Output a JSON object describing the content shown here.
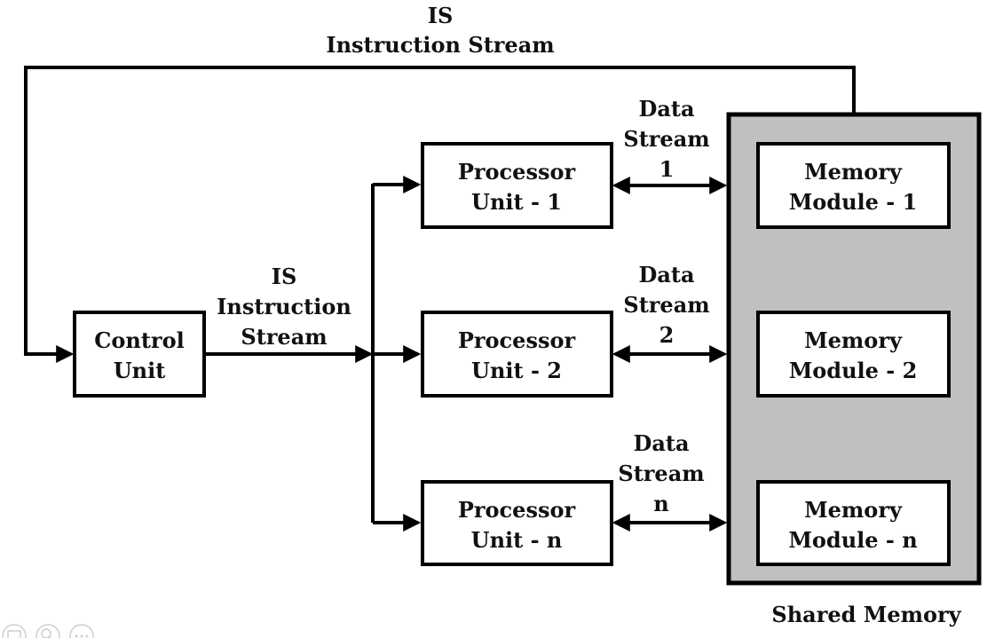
{
  "top_label": {
    "line1": "IS",
    "line2": "Instruction Stream"
  },
  "mid_label": {
    "line1": "IS",
    "line2": "Instruction",
    "line3": "Stream"
  },
  "control_unit": {
    "line1": "Control",
    "line2": "Unit"
  },
  "processors": [
    {
      "line1": "Processor",
      "line2": "Unit - 1"
    },
    {
      "line1": "Processor",
      "line2": "Unit - 2"
    },
    {
      "line1": "Processor",
      "line2": "Unit - n"
    }
  ],
  "data_streams": [
    {
      "line1": "Data",
      "line2": "Stream",
      "line3": "1"
    },
    {
      "line1": "Data",
      "line2": "Stream",
      "line3": "2"
    },
    {
      "line1": "Data",
      "line2": "Stream",
      "line3": "n"
    }
  ],
  "memory_modules": [
    {
      "line1": "Memory",
      "line2": "Module - 1"
    },
    {
      "line1": "Memory",
      "line2": "Module - 2"
    },
    {
      "line1": "Memory",
      "line2": "Module - n"
    }
  ],
  "shared_memory": {
    "label": "Shared Memory",
    "fill": "#c0c0c0"
  },
  "toolbar_icons": [
    "image-icon",
    "search-icon",
    "more-icon"
  ]
}
